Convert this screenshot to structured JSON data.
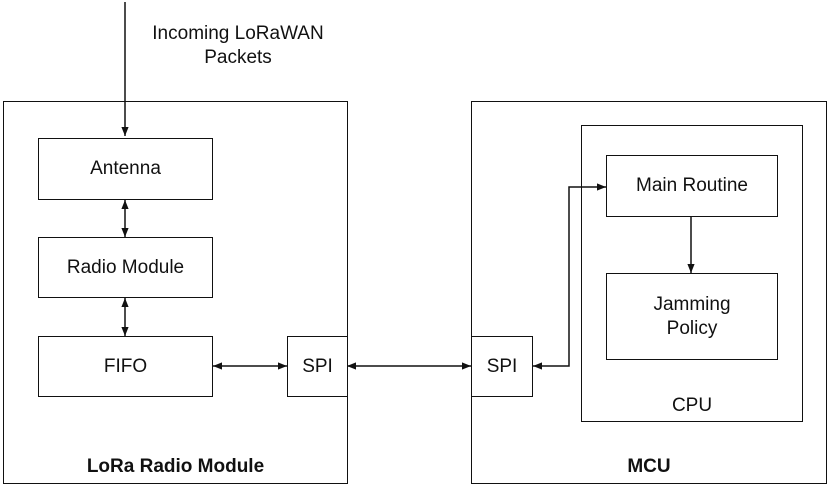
{
  "incoming": {
    "line1": "Incoming LoRaWAN",
    "line2": "Packets"
  },
  "lora_module": {
    "title": "LoRa Radio Module",
    "antenna": "Antenna",
    "radio_module": "Radio Module",
    "fifo": "FIFO",
    "spi": "SPI"
  },
  "mcu": {
    "title": "MCU",
    "spi": "SPI",
    "cpu": {
      "title": "CPU",
      "main_routine": "Main Routine",
      "jamming_policy_line1": "Jamming",
      "jamming_policy_line2": "Policy"
    }
  }
}
